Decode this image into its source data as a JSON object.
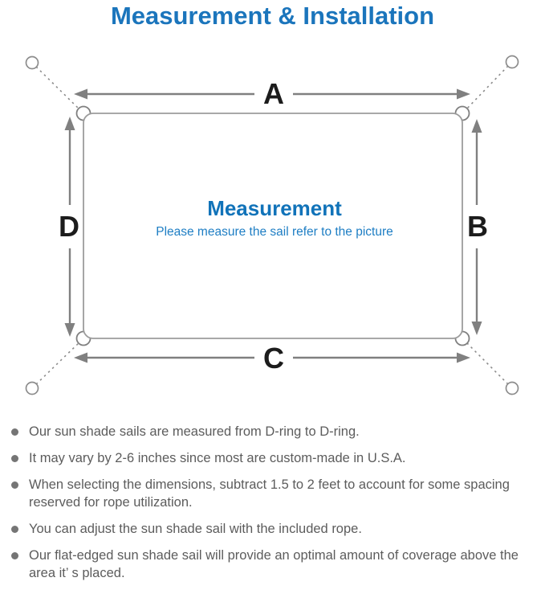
{
  "page": {
    "title": "Measurement & Installation"
  },
  "colors": {
    "title_blue": "#1b75bc",
    "center_heading_blue": "#1173b9",
    "center_subtitle_blue": "#1e7ec4",
    "diagram_line_gray": "#8c8c8c",
    "sail_outline_gray": "#9c9c9c",
    "dimension_label_black": "#1c1c1c",
    "note_text_gray": "#5c5c5c",
    "bullet_gray": "#757575"
  },
  "diagram": {
    "labels": {
      "top": "A",
      "right": "B",
      "bottom": "C",
      "left": "D"
    },
    "center_title": "Measurement",
    "center_subtitle": "Please measure the sail refer to the picture"
  },
  "notes": {
    "items": [
      {
        "text": "Our sun shade sails are measured from D-ring to D-ring."
      },
      {
        "text": "It may vary by 2-6 inches since most are custom-made in U.S.A."
      },
      {
        "text": "When selecting the dimensions, subtract 1.5 to 2 feet to account for some spacing reserved for rope utilization."
      },
      {
        "text": "You can adjust the sun shade sail with the included rope."
      },
      {
        "text": "Our flat-edged sun shade sail will provide an optimal amount of coverage above the area it’ s placed."
      }
    ]
  }
}
